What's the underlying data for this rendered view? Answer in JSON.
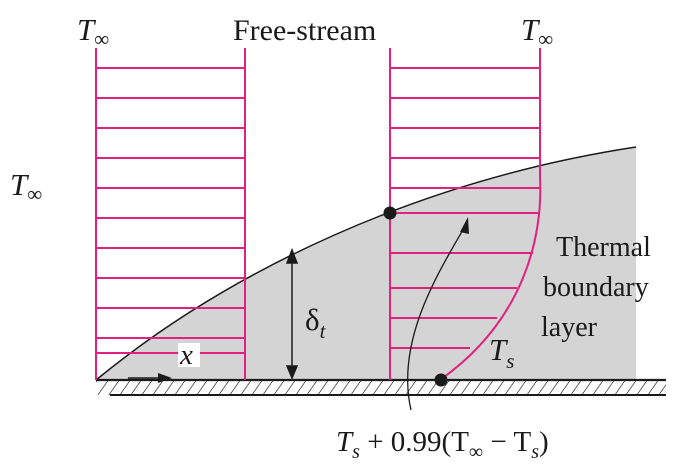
{
  "labels": {
    "t_inf_left_profile": "T",
    "t_inf_left_profile_sub": "∞",
    "free_stream": "Free-stream",
    "t_inf_right_profile": "T",
    "t_inf_right_profile_sub": "∞",
    "t_inf_side": "T",
    "t_inf_side_sub": "∞",
    "thermal_boundary_layer": [
      "Thermal",
      "boundary",
      "layer"
    ],
    "delta_t": "δ",
    "delta_t_sub": "t",
    "x_axis": "x",
    "t_s": "T",
    "t_s_sub": "s",
    "edge_formula": {
      "t1": "T",
      "s1": "s",
      "mid": " + 0.99(T",
      "inf": "∞",
      "minus": " − T",
      "s2": "s",
      "close": ")"
    }
  },
  "colors": {
    "profile_lines": "#e0217f",
    "boundary_layer_fill": "#d4d4d4",
    "ink": "#1a1a1a",
    "background": "#ffffff"
  }
}
